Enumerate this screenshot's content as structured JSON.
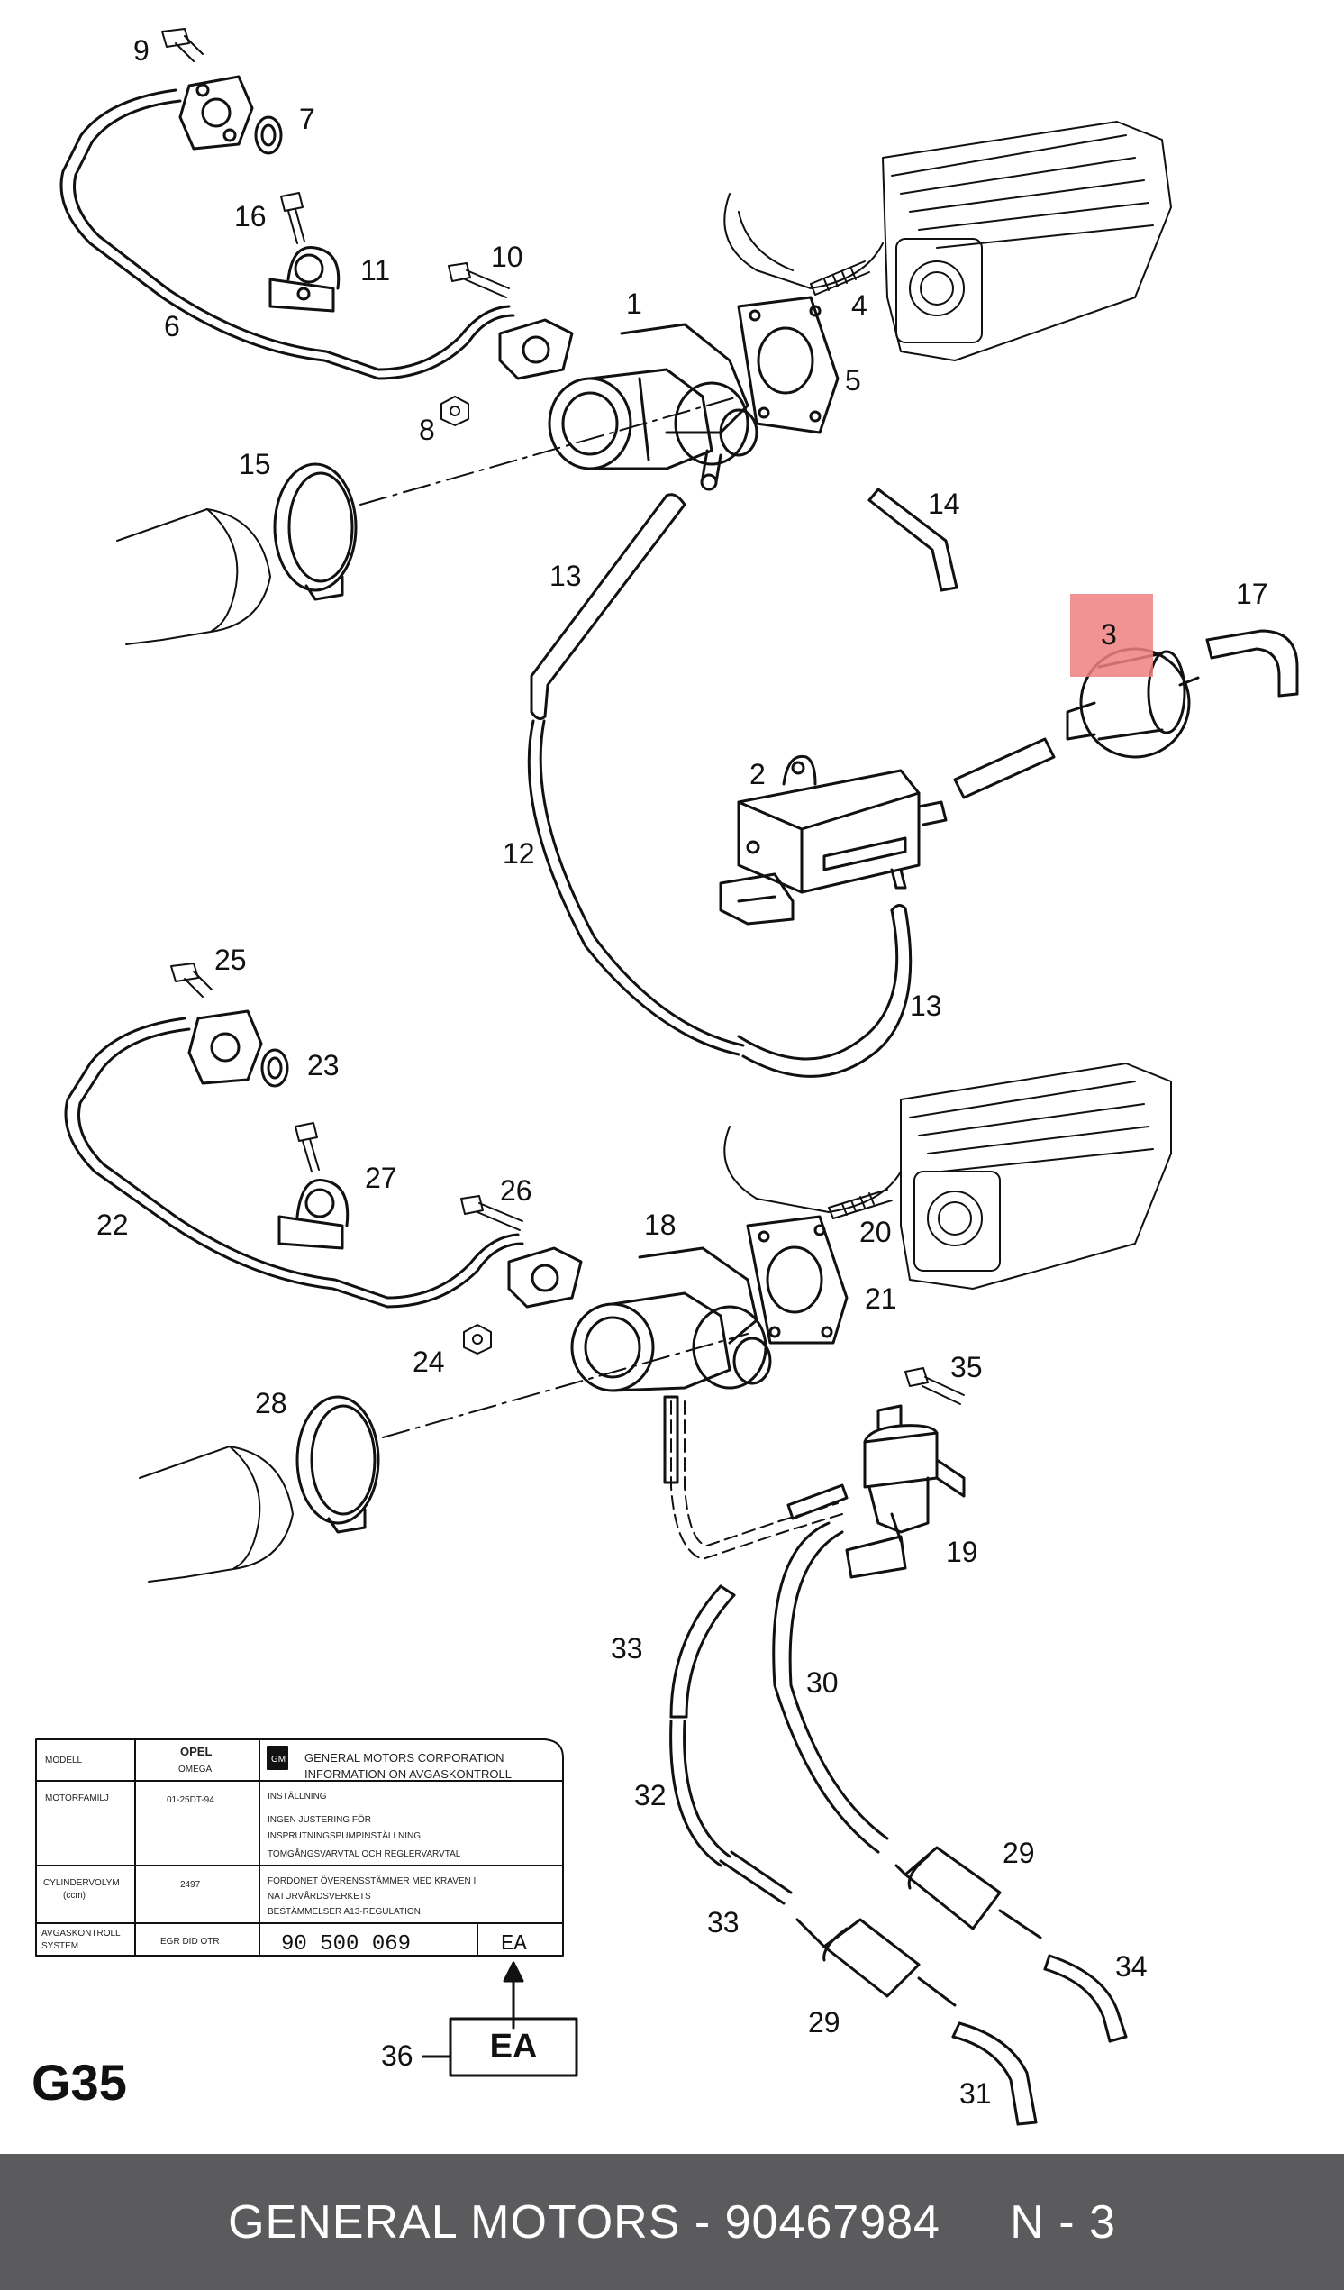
{
  "diagram": {
    "callouts": {
      "c1": "1",
      "c2": "2",
      "c3": "3",
      "c4": "4",
      "c5": "5",
      "c6": "6",
      "c7": "7",
      "c8": "8",
      "c9": "9",
      "c10": "10",
      "c11": "11",
      "c12": "12",
      "c13a": "13",
      "c13b": "13",
      "c14": "14",
      "c15": "15",
      "c16": "16",
      "c17": "17",
      "c18": "18",
      "c19": "19",
      "c20": "20",
      "c21": "21",
      "c22": "22",
      "c23": "23",
      "c24": "24",
      "c25": "25",
      "c26": "26",
      "c27": "27",
      "c28": "28",
      "c29a": "29",
      "c29b": "29",
      "c30": "30",
      "c31": "31",
      "c32": "32",
      "c33a": "33",
      "c33b": "33",
      "c34": "34",
      "c35": "35",
      "c36": "36"
    },
    "highlight_color": "#f08080"
  },
  "label": {
    "r1_head": "MODELL",
    "r1_opel": "OPEL",
    "r1_omega": "OMEGA",
    "gm_logo": "GM",
    "gm_line1": "GENERAL MOTORS CORPORATION",
    "gm_line2": "INFORMATION ON AVGASKONTROLL",
    "r2_head": "MOTORFAMILJ",
    "r2_val": "01-25DT-94",
    "r2_text1": "INSTÄLLNING",
    "r2_text2": "INGEN JUSTERING FÖR",
    "r2_text3": "INSPRUTNINGSPUMPINSTÄLLNING,",
    "r2_text4": "TOMGÅNGSVARVTAL OCH REGLERVARVTAL",
    "r3_head1": "CYLINDERVOLYM",
    "r3_head2": "(ccm)",
    "r3_val": "2497",
    "r3_text1": "FORDONET ÖVERENSSTÄMMER MED KRAVEN I",
    "r3_text2": "NATURVÅRDSVERKETS",
    "r3_text3": "BESTÄMMELSER A13-REGULATION",
    "r4_head1": "AVGASKONTROLL",
    "r4_head2": "SYSTEM",
    "r4_val": "EGR DID OTR",
    "part_number": "90 500 069",
    "code": "EA"
  },
  "ea_box": "EA",
  "page_code": "G35",
  "footer": "GENERAL MOTORS - 90467984     N - 3"
}
